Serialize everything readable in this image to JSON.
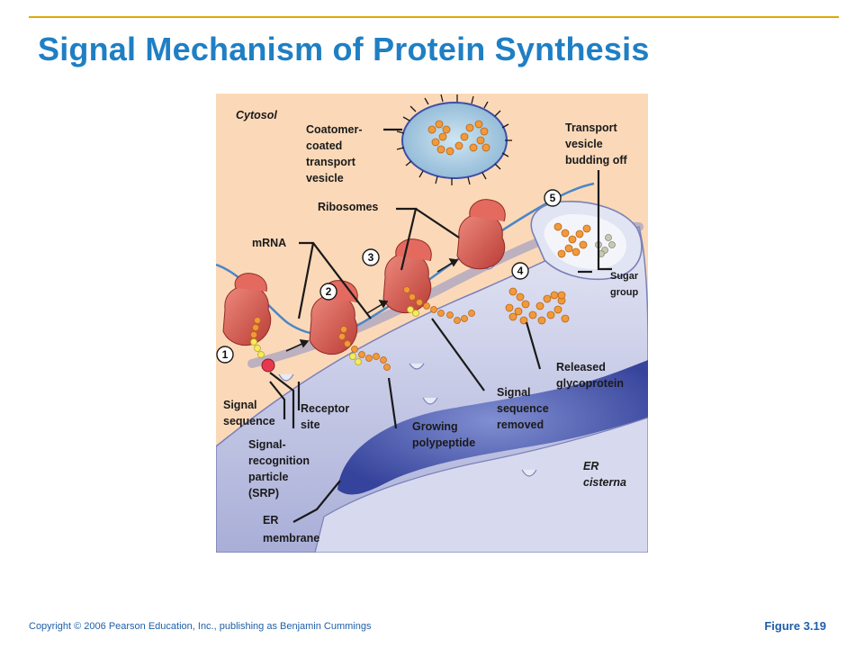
{
  "slide": {
    "title": "Signal Mechanism of Protein Synthesis",
    "copyright": "Copyright © 2006 Pearson Education, Inc., publishing as Benjamin Cummings",
    "figure_label": "Figure 3.19"
  },
  "diagram": {
    "cytosol": "Cytosol",
    "coatomer": [
      "Coatomer-",
      "coated",
      "transport",
      "vesicle"
    ],
    "transport_vesicle": [
      "Transport",
      "vesicle",
      "budding off"
    ],
    "ribosomes": "Ribosomes",
    "mrna": "mRNA",
    "sugar_group": [
      "Sugar",
      "group"
    ],
    "released_glycoprotein": [
      "Released",
      "glycoprotein"
    ],
    "signal_sequence_removed": [
      "Signal",
      "sequence",
      "removed"
    ],
    "signal_sequence": [
      "Signal",
      "sequence"
    ],
    "receptor_site": [
      "Receptor",
      "site"
    ],
    "growing_polypeptide": [
      "Growing",
      "polypeptide"
    ],
    "srp": [
      "Signal-",
      "recognition",
      "particle",
      "(SRP)"
    ],
    "er_cisterna": [
      "ER",
      "cisterna"
    ],
    "er_membrane": [
      "ER",
      "membrane"
    ],
    "steps": [
      "1",
      "2",
      "3",
      "4",
      "5"
    ]
  },
  "colors": {
    "cytosol_bg": "#fbd9b8",
    "er_membrane": "#c9cce6",
    "er_lumen": "#3d4ea8",
    "ribosome": "#d9574e",
    "amino_acid": "#f29a3a",
    "title": "#1f7fc4"
  }
}
